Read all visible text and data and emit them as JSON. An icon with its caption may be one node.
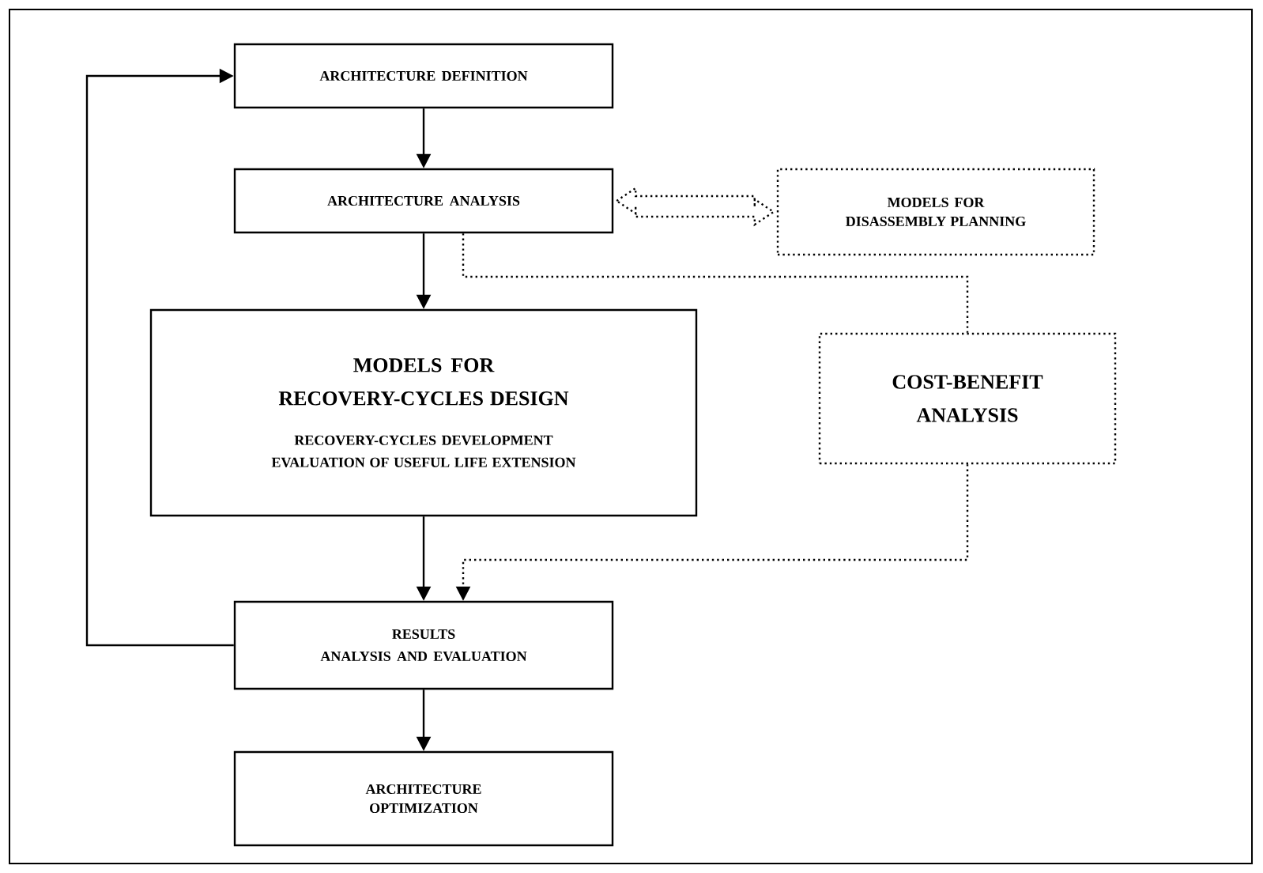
{
  "diagram": {
    "nodes": [
      {
        "text": [
          "ARCHITECTURE DEFINITION"
        ]
      },
      {
        "text": [
          "ARCHITECTURE ANALYSIS"
        ]
      },
      {
        "text": [
          "MODELS FOR RECOVERY-CYCLES DESIGN",
          "RECOVERY-CYCLES DEVELOPMENT",
          "EVALUATION OF USEFUL LIFE EXTENSION"
        ]
      },
      {
        "text": [
          "MODELS FOR DISASSEMBLY PLANNING"
        ]
      },
      {
        "text": [
          "COST-BENEFIT ANALYSIS"
        ]
      },
      {
        "text": [
          "RESULTS",
          "ANALYSIS AND EVALUATION"
        ]
      },
      {
        "text": [
          "ARCHITECTURE OPTIMIZATION"
        ]
      }
    ],
    "edges": [
      {
        "from": 0,
        "to": 1,
        "arrow": "to"
      },
      {
        "from": 1,
        "to": 2,
        "arrow": "to"
      },
      {
        "from": 2,
        "to": 5,
        "arrow": "to"
      },
      {
        "from": 5,
        "to": 6,
        "arrow": "to"
      },
      {
        "from": 5,
        "to": 0,
        "arrow": "to"
      },
      {
        "from": 1,
        "to": 4,
        "arrow": "none",
        "style": "dashed"
      },
      {
        "from": 4,
        "to": 5,
        "arrow": "to",
        "style": "dashed"
      },
      {
        "from": 1,
        "to": 3,
        "arrow": "both",
        "style": "dashed"
      }
    ]
  }
}
